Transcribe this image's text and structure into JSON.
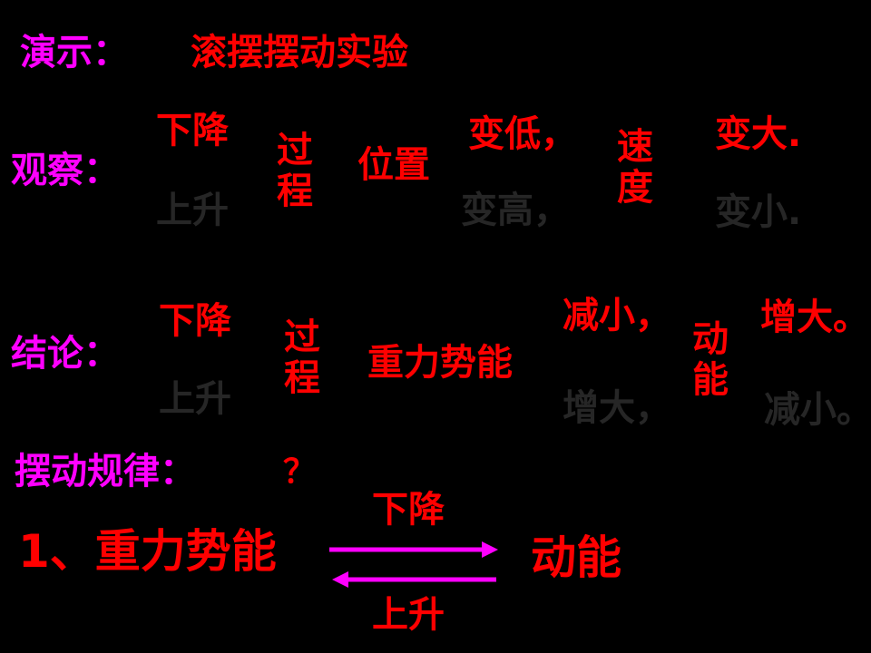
{
  "demo": {
    "label": "演示：",
    "title": "滚摆摆动实验"
  },
  "observe": {
    "label": "观察：",
    "process_down": "下降",
    "process_up": "上升",
    "process_word": [
      "过",
      "程"
    ],
    "position": "位置",
    "position_down": "变低，",
    "position_up": "变高，",
    "speed_word": [
      "速",
      "度"
    ],
    "speed_down": "变大.",
    "speed_up": "变小."
  },
  "conclusion": {
    "label": "结论：",
    "process_down": "下降",
    "process_up": "上升",
    "process_word": [
      "过",
      "程"
    ],
    "gravity_pe": "重力势能",
    "pe_down": "减小，",
    "pe_up": "增大，",
    "ke_word": [
      "动",
      "能"
    ],
    "ke_down": "增大。",
    "ke_up": "减小。"
  },
  "rule": {
    "label": "摆动规律：",
    "question": "？"
  },
  "conversion": {
    "item": "1、重力势能",
    "target": "动能",
    "arrow_top": "下降",
    "arrow_bottom": "上升"
  },
  "colors": {
    "label": "#ff00ff",
    "highlight": "#ff0000",
    "dim": "#262626",
    "background": "#000000"
  }
}
